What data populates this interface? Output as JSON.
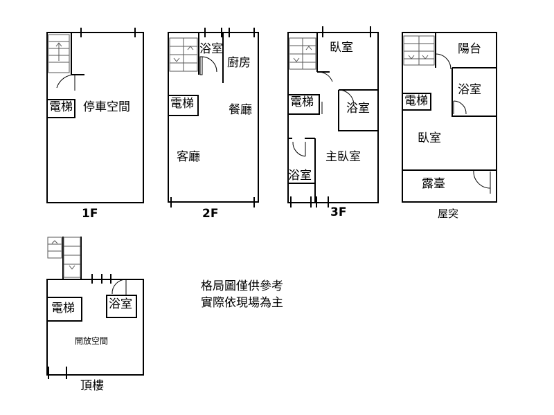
{
  "floors": {
    "f1": {
      "label": "1F",
      "rooms": {
        "elevator": "電梯",
        "parking": "停車空間"
      }
    },
    "f2": {
      "label": "2F",
      "rooms": {
        "bath": "浴室",
        "kitchen": "廚房",
        "elevator": "電梯",
        "dining": "餐廳",
        "living": "客廳"
      }
    },
    "f3": {
      "label": "3F",
      "rooms": {
        "bedroom": "臥室",
        "elevator": "電梯",
        "bath_top": "浴室",
        "master": "主臥室",
        "bath_bottom": "浴室"
      }
    },
    "f4": {
      "label": "屋突",
      "rooms": {
        "balcony": "陽台",
        "bath": "浴室",
        "elevator": "電梯",
        "bedroom": "臥室",
        "terrace": "露臺"
      }
    },
    "roof": {
      "label": "頂樓",
      "rooms": {
        "elevator": "電梯",
        "bath": "浴室",
        "open": "開放空間"
      }
    }
  },
  "note": {
    "line1": "格局圖僅供參考",
    "line2": "實際依現場為主"
  },
  "colors": {
    "wall": "#000000",
    "stair": "#555555",
    "background": "#ffffff"
  }
}
